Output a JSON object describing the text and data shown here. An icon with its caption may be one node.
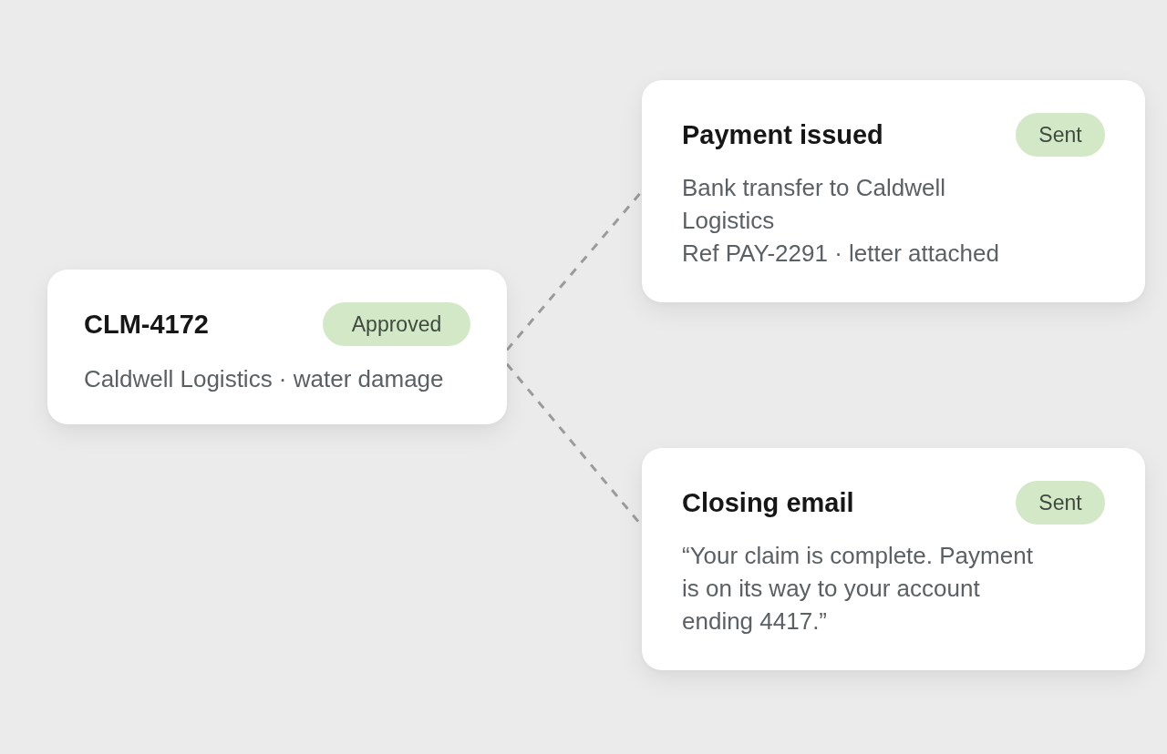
{
  "diagram": {
    "nodes": [
      {
        "text": [
          "CLM-4172",
          "Caldwell Logistics · water damage"
        ]
      },
      {
        "text": [
          "Approved"
        ],
        "in": 0
      },
      {
        "text": [
          "Payment issued",
          "Bank transfer to Caldwell Logistics",
          "Ref PAY-2291 · letter attached"
        ]
      },
      {
        "text": [
          "Sent"
        ],
        "in": 2
      },
      {
        "text": [
          "Closing email",
          "“Your claim is complete. Payment is on its way to your account ending 4417.”"
        ]
      },
      {
        "text": [
          "Sent"
        ],
        "in": 4
      }
    ],
    "edges": [
      {
        "from": 0,
        "to": 2,
        "arrow": "none",
        "style": "dashed"
      },
      {
        "from": 0,
        "to": 4,
        "arrow": "none",
        "style": "dashed"
      }
    ]
  }
}
